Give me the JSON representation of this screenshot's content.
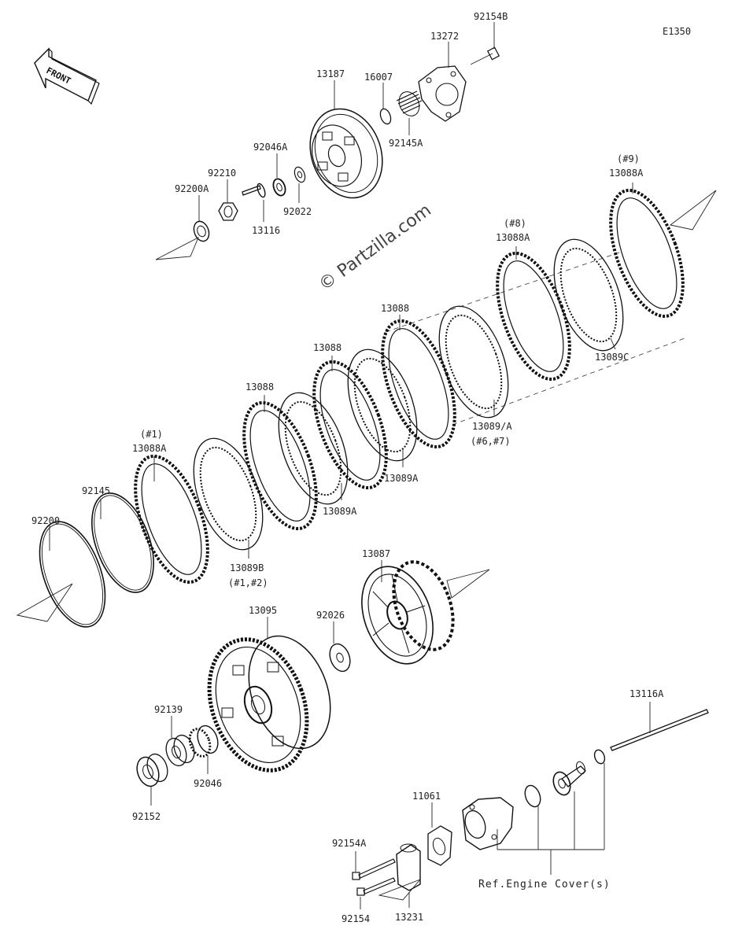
{
  "diagram": {
    "code": "E1350",
    "watermark": "© Partzilla.com",
    "front_label": "FRONT",
    "ref_label": "Ref.Engine Cover(s)",
    "labels": {
      "p92154B": "92154B",
      "p13272": "13272",
      "p13187": "13187",
      "p16007": "16007",
      "p92145A": "92145A",
      "p92046A": "92046A",
      "p92210": "92210",
      "p92200A": "92200A",
      "p92022": "92022",
      "p13116": "13116",
      "p9_note": "(#9)",
      "p13088A_9": "13088A",
      "p8_note": "(#8)",
      "p13088A_8": "13088A",
      "p13089C": "13089C",
      "p13088_a": "13088",
      "p13088_b": "13088",
      "p13088_c": "13088",
      "p13089slashA": "13089/A",
      "p6_7_note": "(#6,#7)",
      "p13089A_a": "13089A",
      "p13089A_b": "13089A",
      "p1_note": "(#1)",
      "p13088A_1": "13088A",
      "p92145": "92145",
      "p92200": "92200",
      "p13089B": "13089B",
      "p1_2_note": "(#1,#2)",
      "p13087": "13087",
      "p92026": "92026",
      "p13095": "13095",
      "p92139": "92139",
      "p92046": "92046",
      "p92152": "92152",
      "p13116A": "13116A",
      "p11061": "11061",
      "p92154A": "92154A",
      "p92154": "92154",
      "p13231": "13231"
    }
  }
}
